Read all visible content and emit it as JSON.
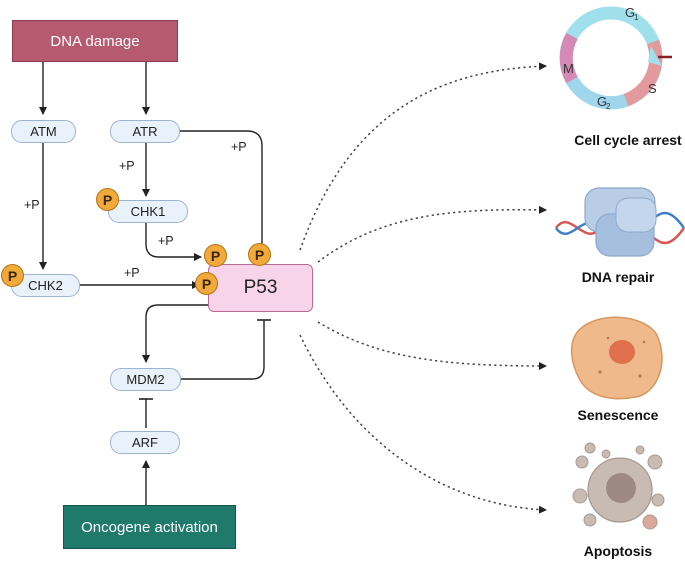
{
  "header": {
    "dna_damage": "DNA damage",
    "oncogene": "Oncogene activation"
  },
  "nodes": {
    "atm": "ATM",
    "atr": "ATR",
    "chk1": "CHK1",
    "chk2": "CHK2",
    "p53": "P53",
    "mdm2": "MDM2",
    "arf": "ARF"
  },
  "phospho_symbol": "P",
  "edge_labels": {
    "atr_chk1": "+P",
    "atm_chk2": "+P",
    "atr_p53": "+P",
    "chk1_p53": "+P",
    "chk2_p53": "+P"
  },
  "outcomes": {
    "cell_cycle_arrest": "Cell cycle arrest",
    "dna_repair": "DNA repair",
    "senescence": "Senescence",
    "apoptosis": "Apoptosis"
  },
  "cell_cycle_phases": {
    "g1": "G",
    "g1_sub": "1",
    "s": "S",
    "g2": "G",
    "g2_sub": "2",
    "m": "M"
  },
  "colors": {
    "dna_damage": "#b65a6f",
    "oncogene": "#1f7a6c",
    "p53_fill": "#f8d4ea",
    "pill_fill": "#e9f1fb",
    "phospho": "#f2a93b"
  }
}
